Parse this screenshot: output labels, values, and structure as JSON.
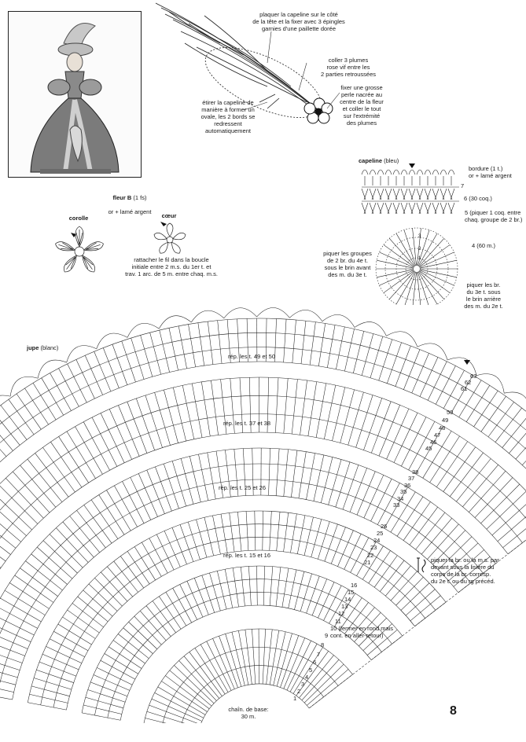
{
  "photo": {
    "alt": "doll-photo"
  },
  "feather": {
    "note_top": "plaquer la capeline sur le côté\nde la tête et la fixer avec 3 épingles\ngarnies d'une paillette dorée",
    "note_feathers": "coller 3 plumes\nrose vif entre les\n2 parties retroussées",
    "note_pearl": "fixer une grosse\nperle nacrée au\ncentre de la fleur\net coller le tout\nsur l'extrémité\ndes plumes",
    "note_oval": "étirer la capeline de\nmanière à former un\novale, les 2 bords se\nredressent\nautomatiquement"
  },
  "fleur": {
    "title": "fleur B",
    "title_suffix": " (1 fs)",
    "subtitle": "or + lamé argent",
    "corolle": "corolle",
    "coeur": "cœur",
    "note": "rattacher le fil dans la boucle\ninitiale entre 2 m.s. du 1er t. et\ntrav. 1 arc. de 5 m. entre chaq. m.s."
  },
  "capeline": {
    "title": "capeline",
    "title_suffix": " (bleu)",
    "bordure": "bordure (1 t.)\nor + lamé argent",
    "r7": "7",
    "r6": "6 (30 coq.)",
    "r5": "5 (piquer 1 coq. entre\nchaq. groupe de 2 br.)",
    "r4": "4 (60 m.)",
    "note_left": "piquer les groupes\nde 2 br. du 4e t.\nsous le brin avant\ndes m. du 3e t.",
    "note_right": "piquer les br.\ndu 3e t. sous\nle brin arrière\ndes m. du 2e t.",
    "center_rows": [
      "3",
      "2",
      "1"
    ]
  },
  "jupe": {
    "title": "jupe",
    "title_suffix": " (blanc)",
    "rep_49_50": "rép. les t. 49 et 50",
    "rep_37_38": "rép. les t. 37 et 38",
    "rep_25_26": "rép. les t. 25 et 26",
    "rep_15_16": "rép. les t. 15 et 16",
    "rows_top": [
      "63",
      "62",
      "61"
    ],
    "rows_b1": [
      "50",
      "49",
      "48",
      "47",
      "46",
      "45"
    ],
    "rows_b2": [
      "38",
      "37",
      "36",
      "35",
      "34",
      "33"
    ],
    "rows_b3": [
      "26",
      "25",
      "24",
      "23",
      "22",
      "21"
    ],
    "rows_b4": [
      "16",
      "15",
      "14",
      "13",
      "12",
      "11"
    ],
    "rows_base": [
      "10 (fermer en rond mais\ncont. en aller-retour)",
      "9",
      "8",
      "7",
      "6",
      "5",
      "4",
      "3",
      "2",
      "1"
    ],
    "base_chain": "chaîn. de base:\n30 m.",
    "legend": "piquer la br. ou la m.s. par\ndevant sous la lisière du\ncorps de la br. corresp.\ndu 2e t. ou du rg précéd."
  },
  "page_number": "8"
}
